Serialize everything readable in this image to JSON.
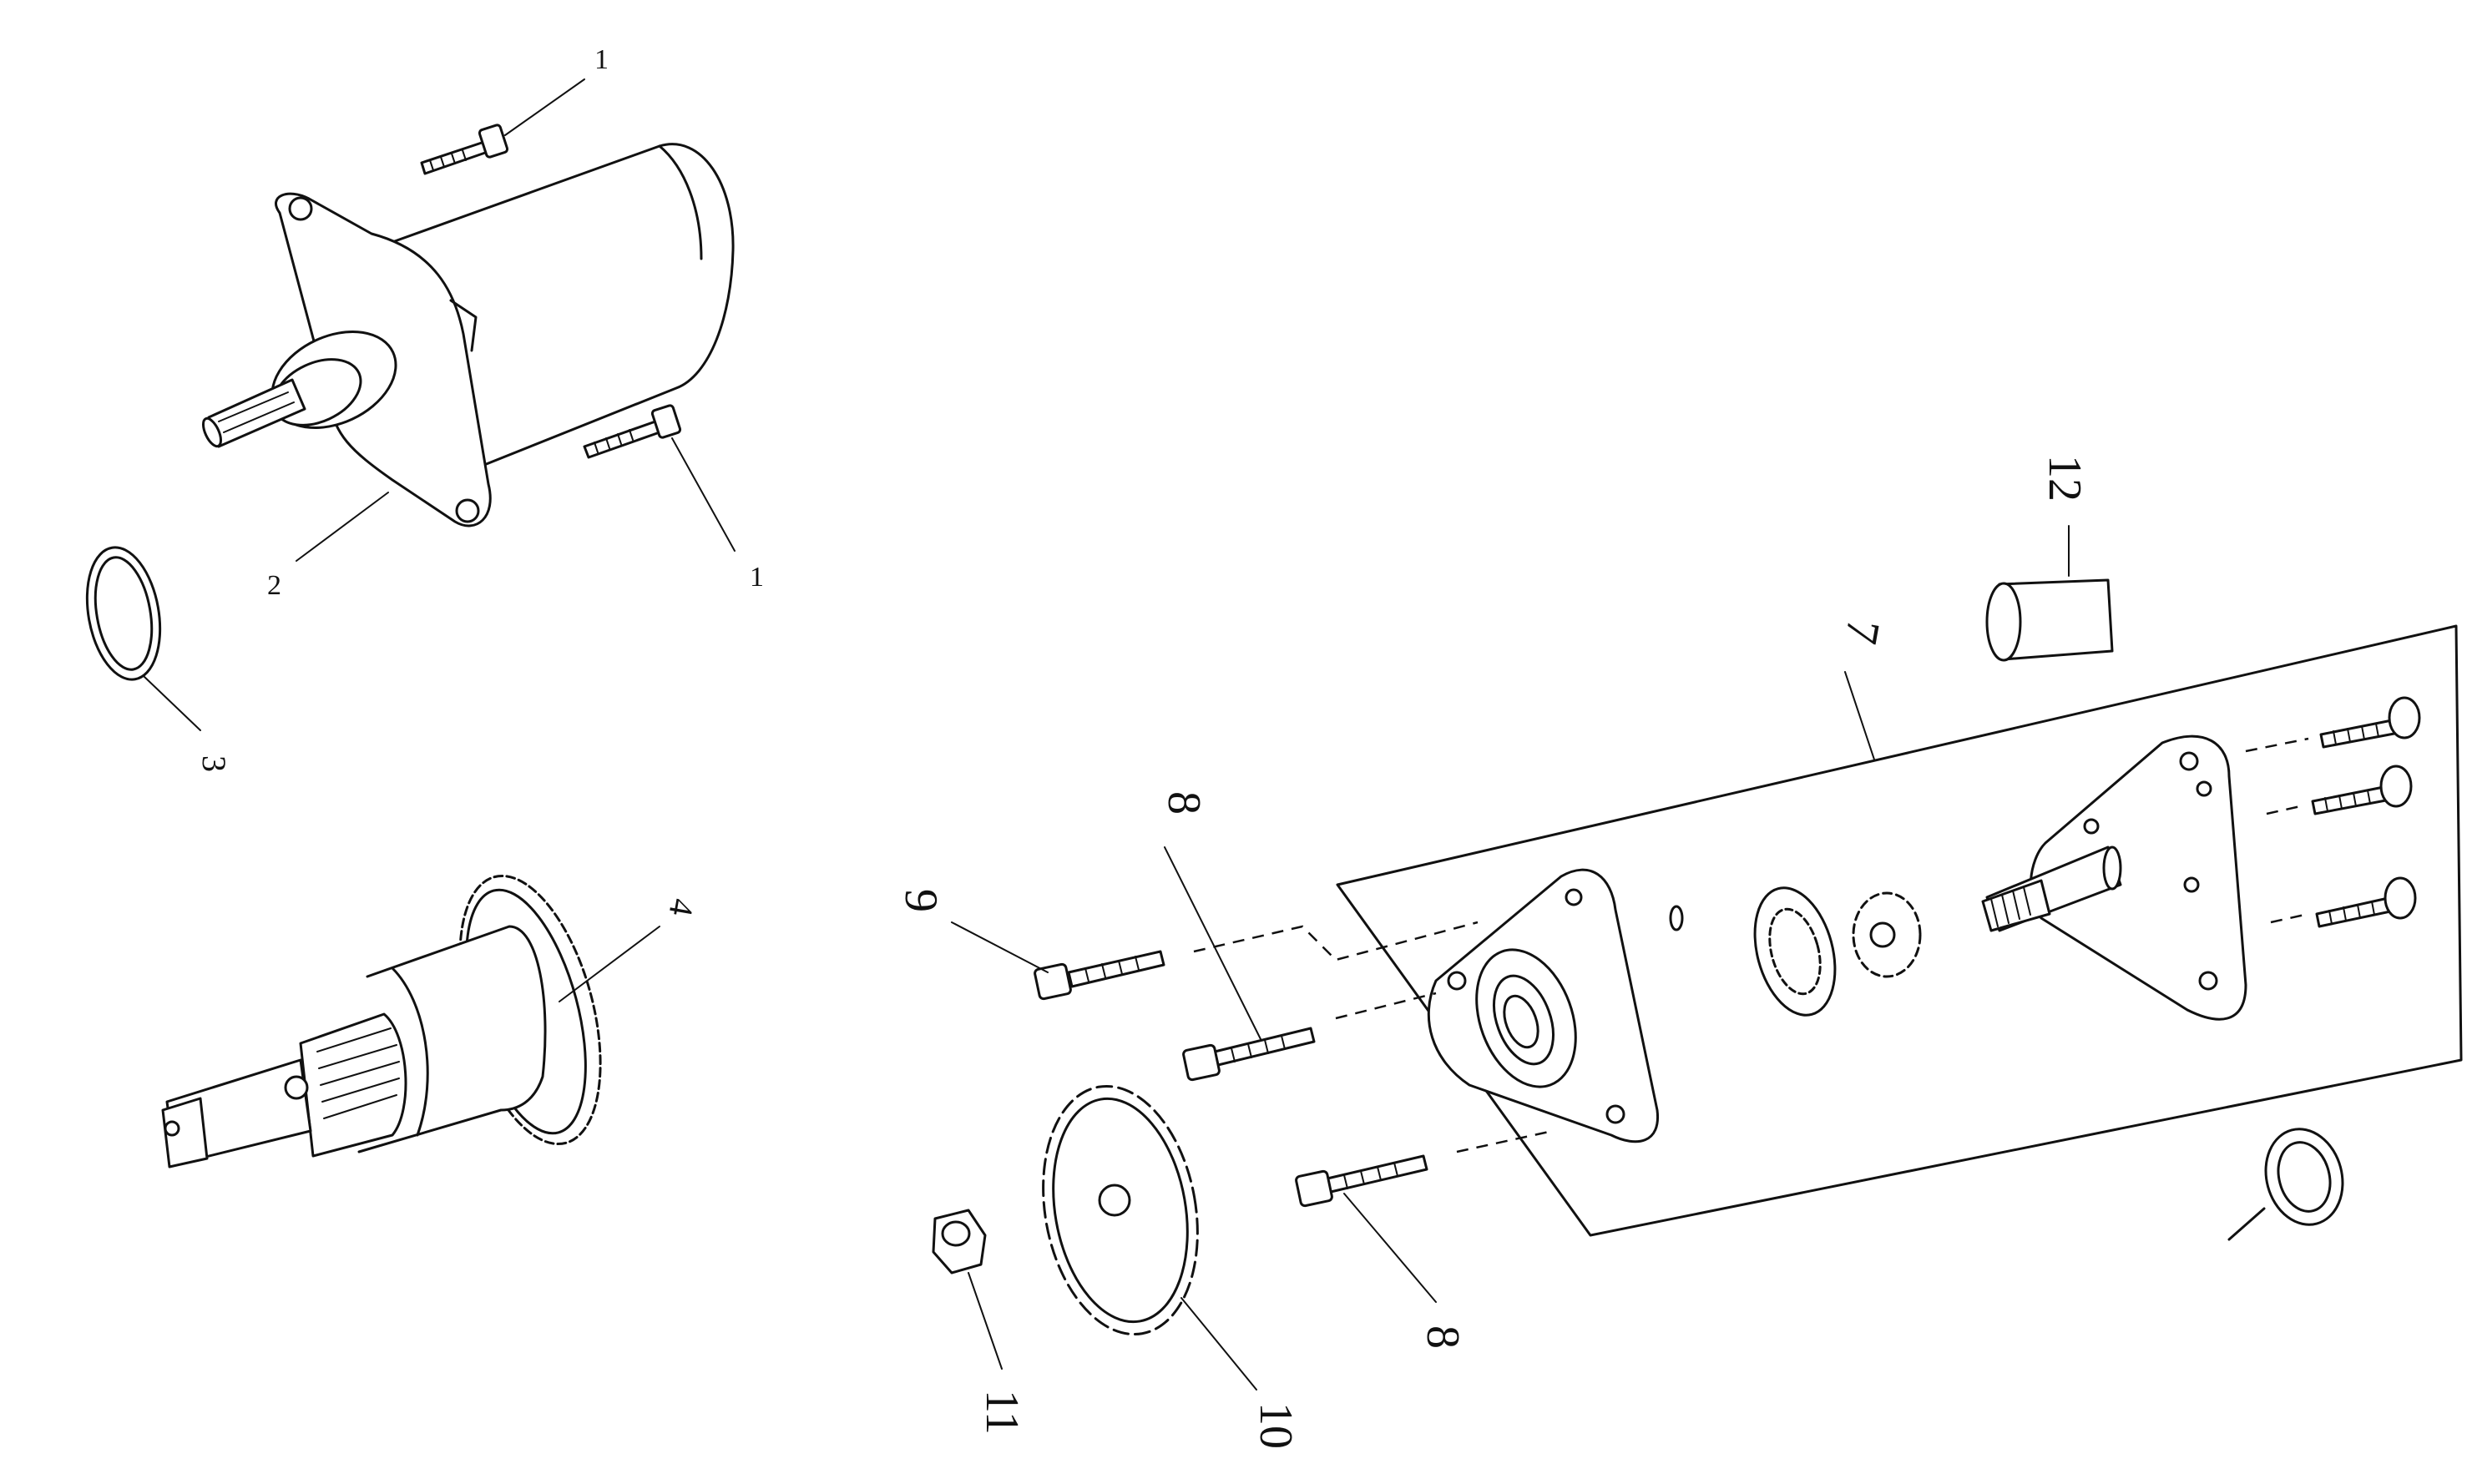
{
  "colors": {
    "ink": "#111111",
    "paper": "#ffffff"
  },
  "callouts": {
    "c1_top": "1",
    "c1_right": "1",
    "c2": "2",
    "c3": "3",
    "c4": "4",
    "c7": "7",
    "c8_top": "8",
    "c8_bottom": "8",
    "c9": "9",
    "c10": "10",
    "c11": "11",
    "c12": "12"
  }
}
